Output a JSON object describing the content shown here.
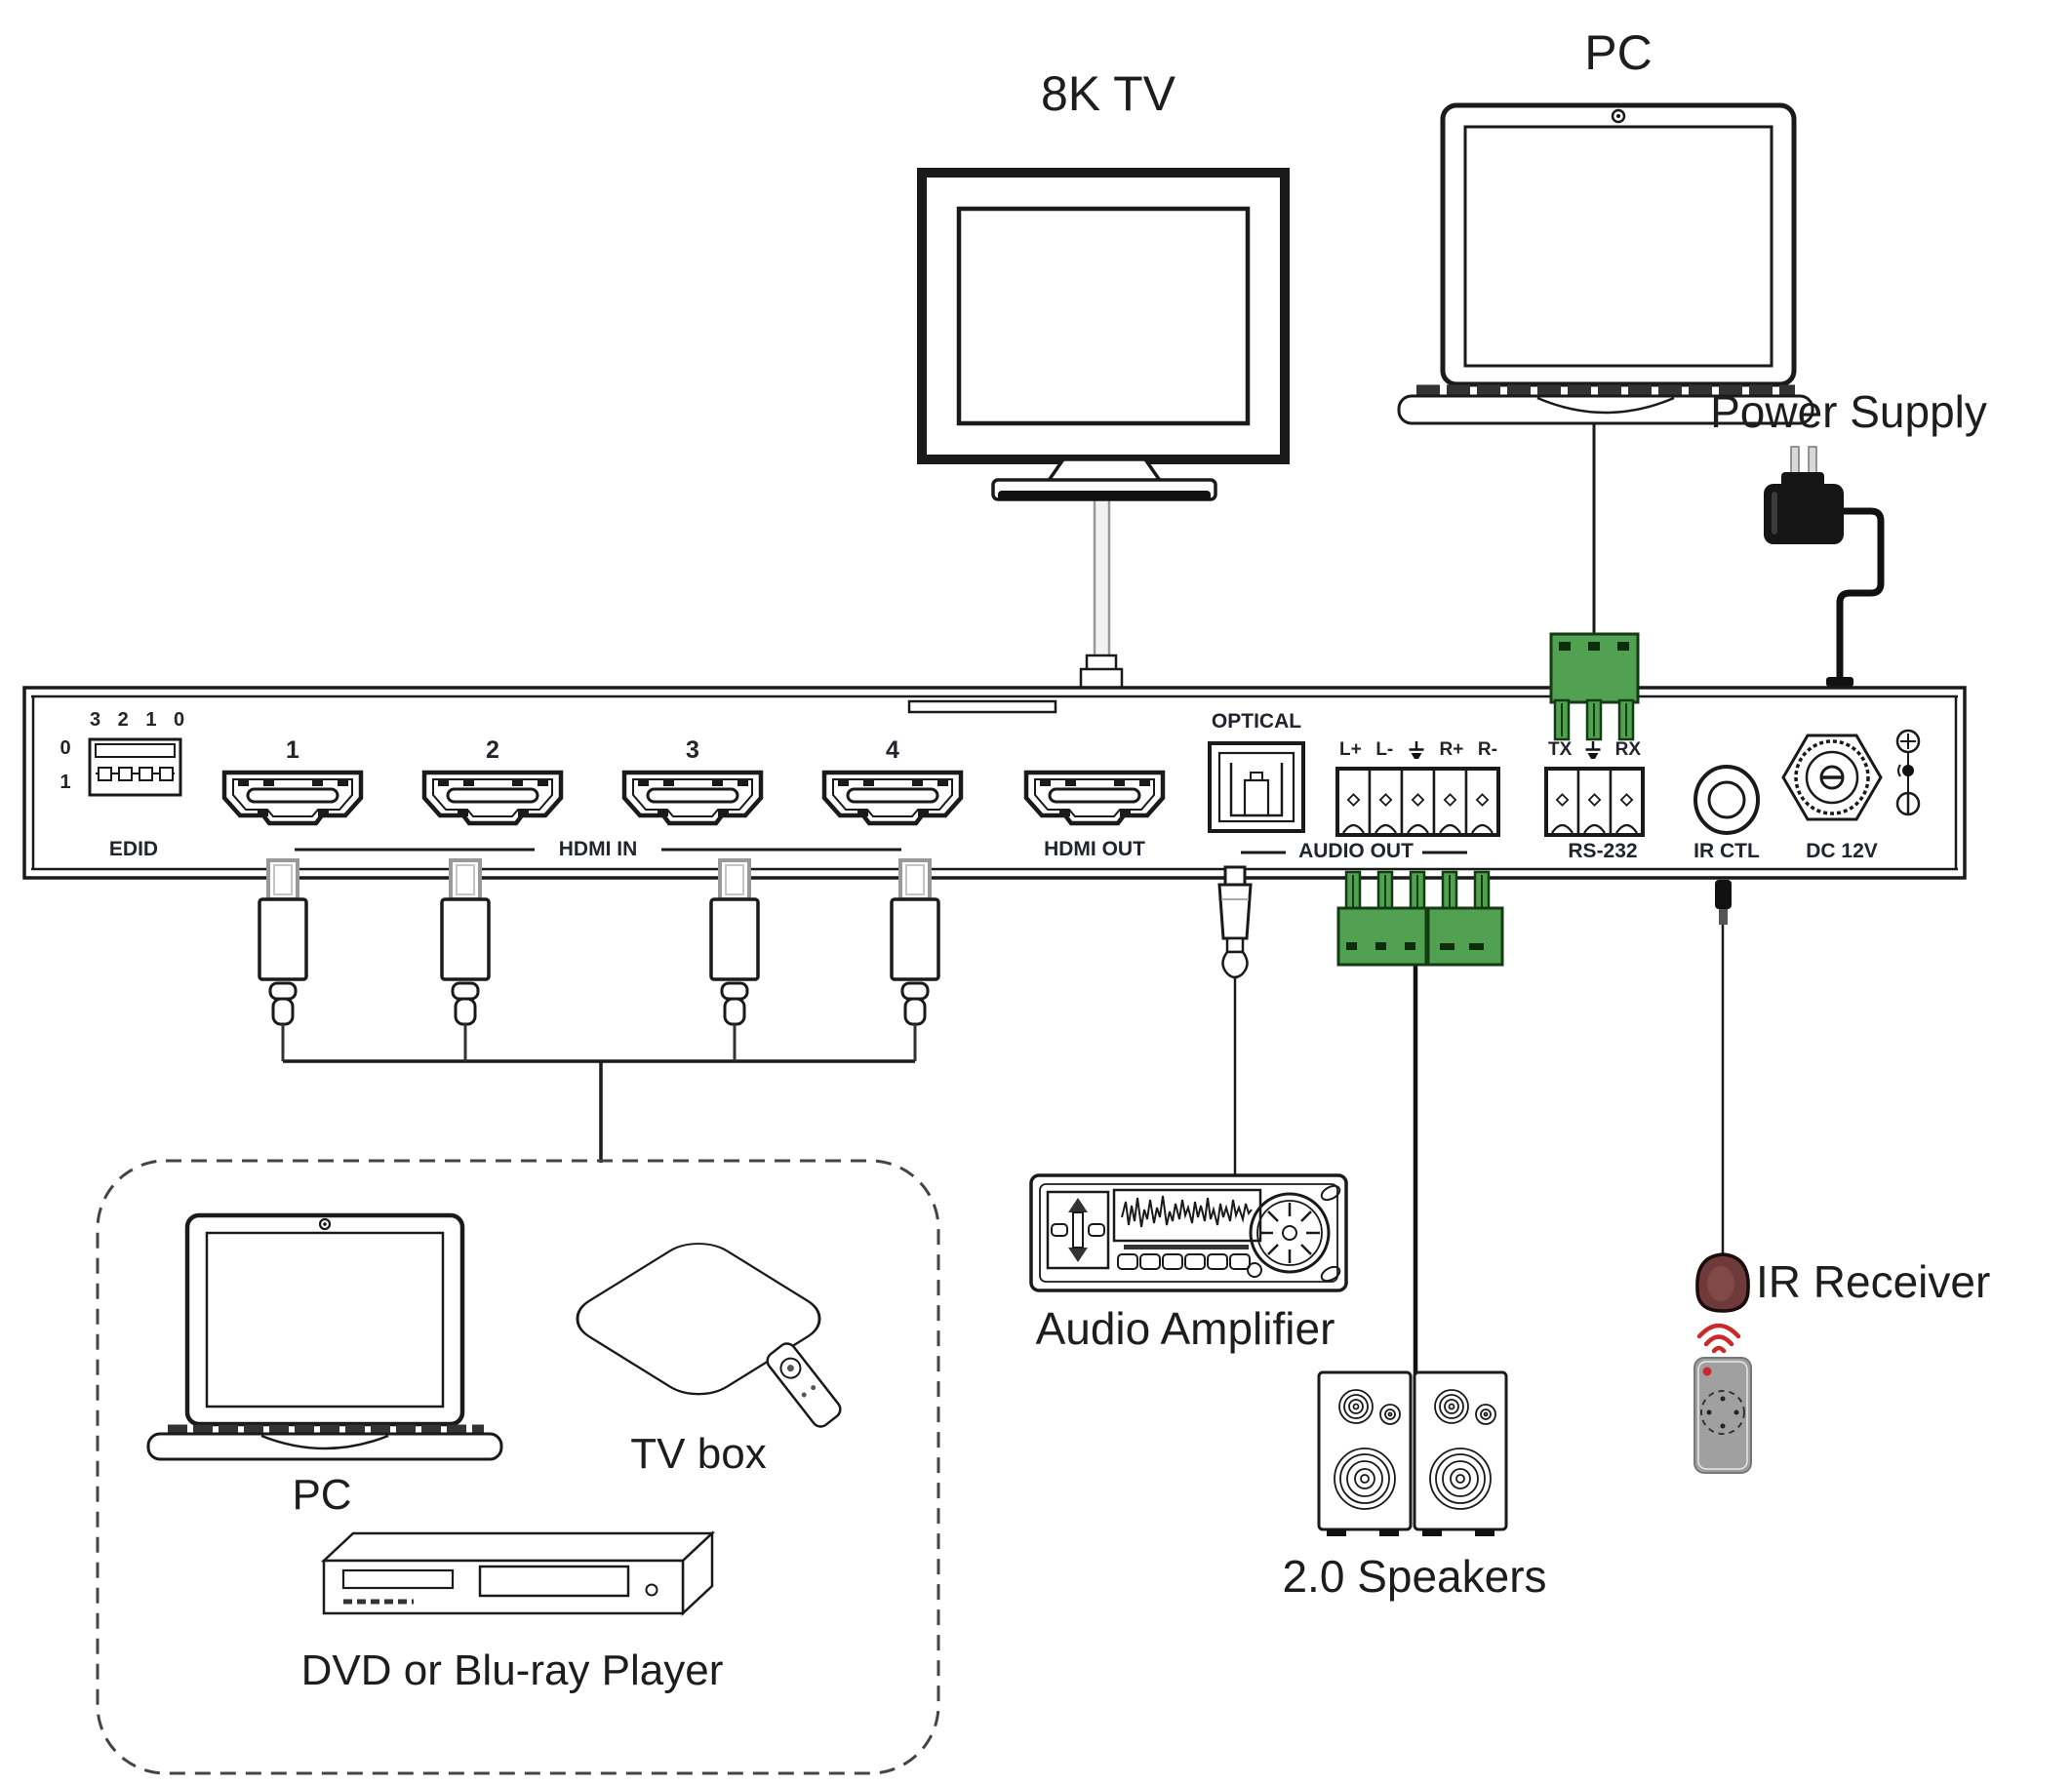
{
  "devices": {
    "tv8k": "8K TV",
    "pc_top": "PC",
    "power_supply": "Power Supply",
    "audio_amplifier": "Audio Amplifier",
    "speakers": "2.0 Speakers",
    "ir_receiver": "IR Receiver",
    "pc_source": "PC",
    "tv_box": "TV box",
    "dvd_player": "DVD or Blu-ray Player"
  },
  "panel": {
    "edid_label": "EDID",
    "dip_numbers": "3 2 1 0",
    "dip_row_top": "0",
    "dip_row_bottom": "1",
    "hdmi_in_label": "HDMI IN",
    "p1": "1",
    "p2": "2",
    "p3": "3",
    "p4": "4",
    "hdmi_out_label": "HDMI OUT",
    "optical_label": "OPTICAL",
    "audio_out_label": "AUDIO OUT",
    "lp": "L+",
    "lm": "L-",
    "rp": "R+",
    "rm": "R-",
    "rs232_label": "RS-232",
    "tx": "TX",
    "rx": "RX",
    "ir_ctl_label": "IR CTL",
    "dc_label": "DC 12V"
  },
  "colors": {
    "connector_green": "#52a152",
    "connector_green_dark": "#123d12",
    "ir_dome": "#6f3a3a",
    "remote_gray": "#a0a0a0",
    "signal_red": "#cc2a2a"
  }
}
